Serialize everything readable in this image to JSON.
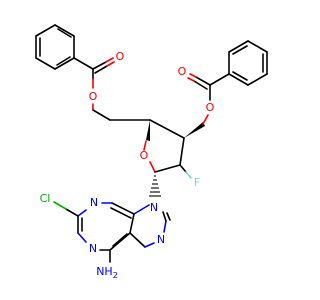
{
  "molecule": {
    "atoms": {
      "ester_o1_carbonyl": "O",
      "ester_o1_link": "O",
      "ester_o2_carbonyl": "O",
      "ester_o2_link": "O",
      "ring_o": "O",
      "fluorine": "F",
      "chlorine": "Cl",
      "n9": "N",
      "n1": "N",
      "n3": "N",
      "n7": "N",
      "nh2": "NH",
      "nh2_sub": "2"
    },
    "colors": {
      "oxygen": "#ff0000",
      "nitrogen": "#0000ff",
      "chlorine": "#00b000",
      "fluorine": "#7fd0d0",
      "carbon": "#000000"
    }
  }
}
